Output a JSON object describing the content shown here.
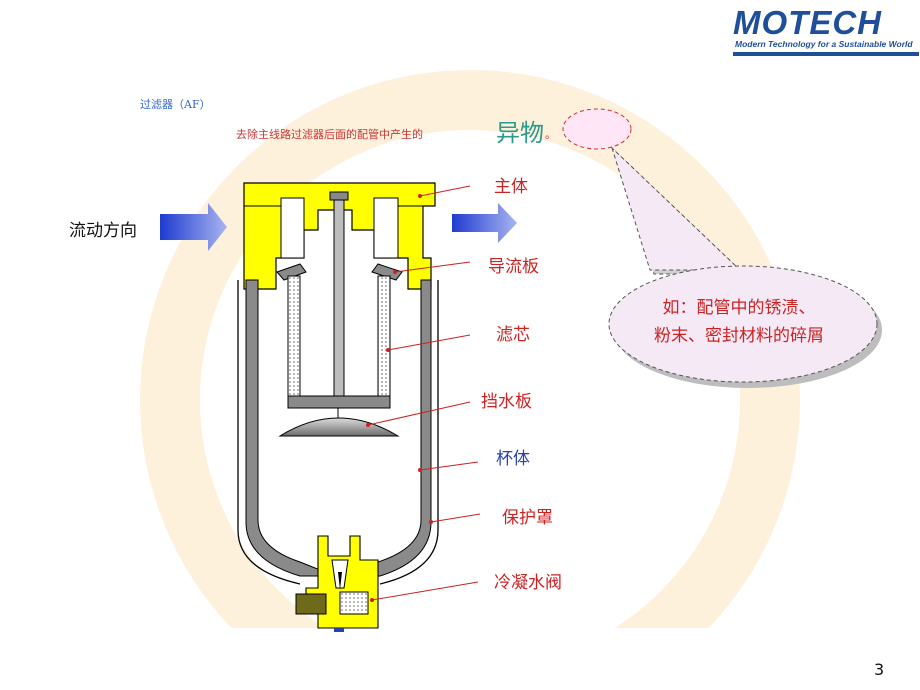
{
  "logo": {
    "word": "MOTECH",
    "tagline": "Modern Technology for a Sustainable World"
  },
  "header": {
    "title": "过滤器（AF）",
    "description": "去除主线路过滤器后面的配管中产生的",
    "emphasis": "异物",
    "period": "。"
  },
  "flow_label": "流动方向",
  "labels": {
    "body": "主体",
    "deflector": "导流板",
    "element": "滤芯",
    "baffle": "挡水板",
    "bowl": "杯体",
    "guard": "保护罩",
    "drain": "冷凝水阀"
  },
  "callout": {
    "line1": "如：配管中的锈渍、",
    "line2": "粉末、密封材料的碎屑"
  },
  "page_number": "3",
  "colors": {
    "yellow": "#ffff00",
    "gray": "#8a8a8a",
    "arrow_blue": "#3a57d8",
    "label_red": "#cc2222",
    "label_blue": "#2a3fb0"
  }
}
